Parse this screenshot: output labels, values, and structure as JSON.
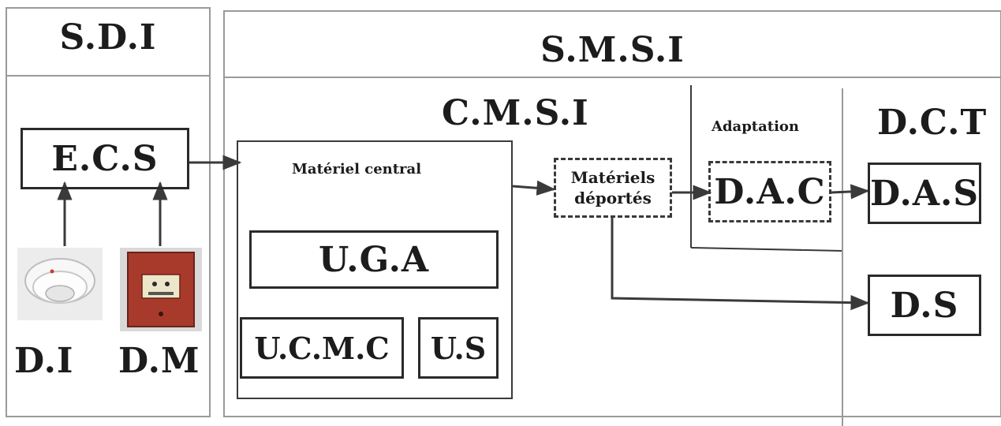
{
  "sdi": {
    "title": "S.D.I",
    "ecs": "E.C.S",
    "di": "D.I",
    "dm": "D.M"
  },
  "smsi": {
    "title": "S.M.S.I",
    "cmsi": {
      "title": "C.M.S.I",
      "central_label": "Matériel central",
      "uga": "U.G.A",
      "ucmc": "U.C.M.C",
      "us": "U.S"
    },
    "deportes": [
      "Matériels",
      "déportés"
    ],
    "adaptation": {
      "title": "Adaptation",
      "dac": "D.A.C"
    },
    "dct": {
      "title": "D.C.T",
      "das": "D.A.S"
    },
    "ds": "D.S"
  },
  "icons": {
    "detector": "smoke-detector-icon",
    "manual_call_point": "manual-call-point-icon"
  },
  "colors": {
    "line": "#3a3a3a",
    "frame": "#9a9a9a"
  }
}
